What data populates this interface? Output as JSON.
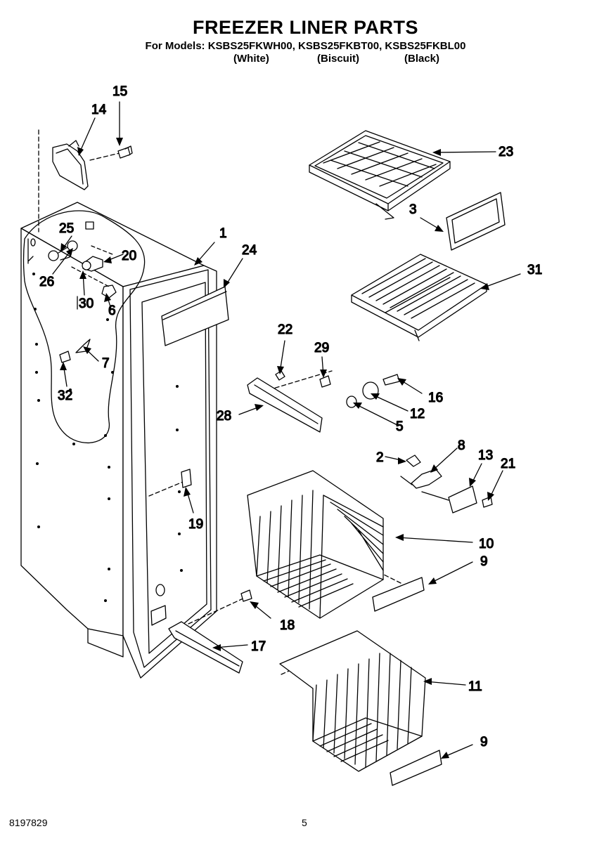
{
  "header": {
    "title": "FREEZER LINER PARTS",
    "models_line": "For Models: KSBS25FKWH00, KSBS25FKBT00, KSBS25FKBL00",
    "variants": [
      "(White)",
      "(Biscuit)",
      "(Black)"
    ]
  },
  "callouts": {
    "c1": "1",
    "c2": "2",
    "c3": "3",
    "c5": "5",
    "c6": "6",
    "c7": "7",
    "c8": "8",
    "c9a": "9",
    "c9b": "9",
    "c10": "10",
    "c11": "11",
    "c12": "12",
    "c13": "13",
    "c14": "14",
    "c15": "15",
    "c16": "16",
    "c17": "17",
    "c18": "18",
    "c19": "19",
    "c20": "20",
    "c21": "21",
    "c22": "22",
    "c23": "23",
    "c24": "24",
    "c25": "25",
    "c26": "26",
    "c28": "28",
    "c29": "29",
    "c30": "30",
    "c31": "31",
    "c32": "32"
  },
  "footer": {
    "doc_number": "8197829",
    "page_number": "5"
  }
}
